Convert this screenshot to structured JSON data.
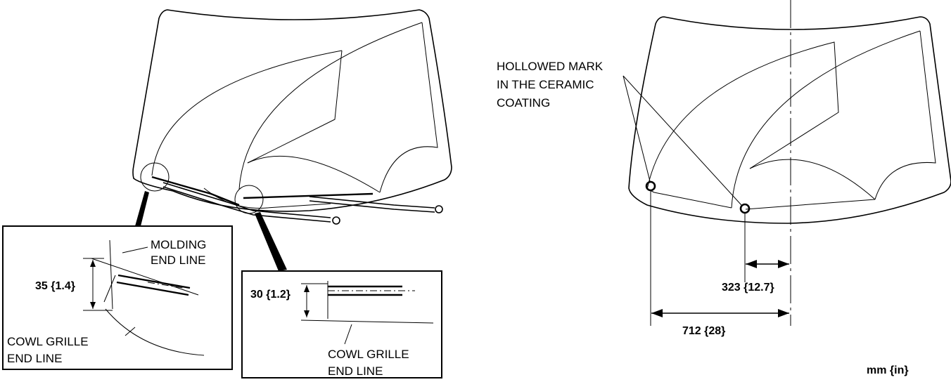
{
  "labels": {
    "molding_line1": "MOLDING",
    "molding_line2": "END LINE",
    "cowl_left_line1": "COWL GRILLE",
    "cowl_left_line2": "END LINE",
    "cowl_right_line1": "COWL GRILLE",
    "cowl_right_line2": "END LINE",
    "hollowed_line1": "HOLLOWED MARK",
    "hollowed_line2": "IN THE CERAMIC",
    "hollowed_line3": "COATING"
  },
  "dimensions": {
    "left_detail": "35 {1.4}",
    "right_detail": "30 {1.2}",
    "mark_offset": "323 {12.7}",
    "mark_span": "712 {28}"
  },
  "units": "mm {in}"
}
